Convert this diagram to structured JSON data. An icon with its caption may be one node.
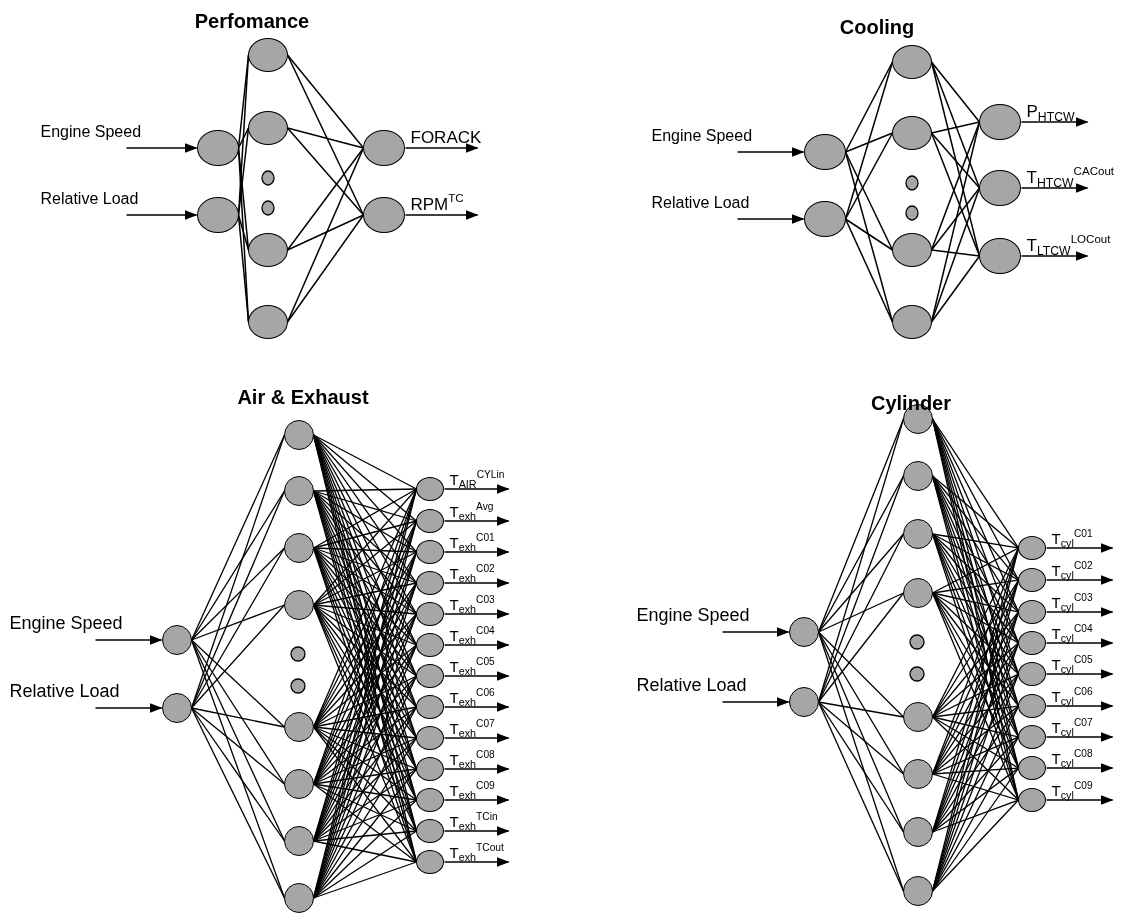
{
  "diagram": {
    "nodes": [
      {
        "text": [],
        "shape": "circle"
      },
      {
        "text": [],
        "shape": "circle"
      },
      {
        "text": [],
        "shape": "circle"
      },
      {
        "text": [],
        "shape": "circle"
      },
      {
        "text": [],
        "shape": "circle"
      },
      {
        "text": [],
        "shape": "circle"
      },
      {
        "text": [],
        "shape": "circle"
      },
      {
        "text": [],
        "shape": "circle"
      },
      {
        "text": [],
        "shape": "circle"
      },
      {
        "text": [],
        "shape": "circle"
      },
      {
        "text": [],
        "shape": "circle"
      },
      {
        "text": [],
        "shape": "circle"
      },
      {
        "text": [],
        "shape": "circle"
      },
      {
        "text": [],
        "shape": "circle"
      },
      {
        "text": [],
        "shape": "circle"
      },
      {
        "text": [],
        "shape": "circle"
      },
      {
        "text": [],
        "shape": "circle"
      },
      {
        "text": [],
        "shape": "circle"
      },
      {
        "text": [],
        "shape": "circle"
      },
      {
        "text": [],
        "shape": "circle"
      },
      {
        "text": [],
        "shape": "circle"
      },
      {
        "text": [],
        "shape": "circle"
      },
      {
        "text": [],
        "shape": "circle"
      },
      {
        "text": [],
        "shape": "circle"
      },
      {
        "text": [],
        "shape": "circle"
      },
      {
        "text": [],
        "shape": "circle"
      },
      {
        "text": [],
        "shape": "circle"
      },
      {
        "text": [],
        "shape": "circle"
      },
      {
        "text": [],
        "shape": "circle"
      },
      {
        "text": [],
        "shape": "circle"
      },
      {
        "text": [],
        "shape": "circle"
      },
      {
        "text": [],
        "shape": "circle"
      },
      {
        "text": [],
        "shape": "circle"
      },
      {
        "text": [],
        "shape": "circle"
      },
      {
        "text": [],
        "shape": "circle"
      },
      {
        "text": [],
        "shape": "circle"
      },
      {
        "text": [],
        "shape": "circle"
      },
      {
        "text": [],
        "shape": "circle"
      },
      {
        "text": [],
        "shape": "circle"
      },
      {
        "text": [],
        "shape": "circle"
      },
      {
        "text": [],
        "shape": "circle"
      },
      {
        "text": [],
        "shape": "circle"
      },
      {
        "text": [],
        "shape": "circle"
      },
      {
        "text": [],
        "shape": "circle"
      },
      {
        "text": [],
        "shape": "circle"
      },
      {
        "text": [],
        "shape": "circle"
      },
      {
        "text": [],
        "shape": "circle"
      },
      {
        "text": [],
        "shape": "circle"
      },
      {
        "text": [],
        "shape": "circle"
      },
      {
        "text": [],
        "shape": "circle"
      },
      {
        "text": [],
        "shape": "circle"
      },
      {
        "text": [],
        "shape": "circle"
      },
      {
        "text": [],
        "shape": "circle"
      },
      {
        "text": [],
        "shape": "circle"
      },
      {
        "text": [],
        "shape": "circle"
      },
      {
        "text": [],
        "shape": "circle"
      },
      {
        "text": [],
        "shape": "circle"
      },
      {
        "text": [],
        "shape": "circle"
      },
      {
        "text": [],
        "shape": "circle"
      }
    ],
    "edges": [
      {
        "from": null,
        "to": 0,
        "arrow": "to",
        "label": "Engine Speed"
      },
      {
        "from": null,
        "to": 1,
        "arrow": "to",
        "label": "Relative Load"
      },
      {
        "from": 0,
        "to": 2,
        "arrow": "none"
      },
      {
        "from": 0,
        "to": 3,
        "arrow": "none"
      },
      {
        "from": 0,
        "to": 4,
        "arrow": "none"
      },
      {
        "from": 0,
        "to": 5,
        "arrow": "none"
      },
      {
        "from": 1,
        "to": 2,
        "arrow": "none"
      },
      {
        "from": 1,
        "to": 3,
        "arrow": "none"
      },
      {
        "from": 1,
        "to": 4,
        "arrow": "none"
      },
      {
        "from": 1,
        "to": 5,
        "arrow": "none"
      },
      {
        "from": 2,
        "to": 6,
        "arrow": "none"
      },
      {
        "from": 2,
        "to": 7,
        "arrow": "none"
      },
      {
        "from": 3,
        "to": 6,
        "arrow": "none"
      },
      {
        "from": 3,
        "to": 7,
        "arrow": "none"
      },
      {
        "from": 4,
        "to": 6,
        "arrow": "none"
      },
      {
        "from": 4,
        "to": 7,
        "arrow": "none"
      },
      {
        "from": 5,
        "to": 6,
        "arrow": "none"
      },
      {
        "from": 5,
        "to": 7,
        "arrow": "none"
      },
      {
        "from": 6,
        "to": null,
        "arrow": "to",
        "label": "FORACK"
      },
      {
        "from": 7,
        "to": null,
        "arrow": "to",
        "label": "RPM$^{TC}$"
      },
      {
        "from": null,
        "to": 8,
        "arrow": "to",
        "label": "Engine Speed"
      },
      {
        "from": null,
        "to": 9,
        "arrow": "to",
        "label": "Relative Load"
      },
      {
        "from": 8,
        "to": 10,
        "arrow": "none"
      },
      {
        "from": 8,
        "to": 11,
        "arrow": "none"
      },
      {
        "from": 8,
        "to": 12,
        "arrow": "none"
      },
      {
        "from": 8,
        "to": 13,
        "arrow": "none"
      },
      {
        "from": 9,
        "to": 10,
        "arrow": "none"
      },
      {
        "from": 9,
        "to": 11,
        "arrow": "none"
      },
      {
        "from": 9,
        "to": 12,
        "arrow": "none"
      },
      {
        "from": 9,
        "to": 13,
        "arrow": "none"
      },
      {
        "from": 10,
        "to": 14,
        "arrow": "none"
      },
      {
        "from": 10,
        "to": 15,
        "arrow": "none"
      },
      {
        "from": 10,
        "to": 16,
        "arrow": "none"
      },
      {
        "from": 11,
        "to": 14,
        "arrow": "none"
      },
      {
        "from": 11,
        "to": 15,
        "arrow": "none"
      },
      {
        "from": 11,
        "to": 16,
        "arrow": "none"
      },
      {
        "from": 12,
        "to": 14,
        "arrow": "none"
      },
      {
        "from": 12,
        "to": 15,
        "arrow": "none"
      },
      {
        "from": 12,
        "to": 16,
        "arrow": "none"
      },
      {
        "from": 13,
        "to": 14,
        "arrow": "none"
      },
      {
        "from": 13,
        "to": 15,
        "arrow": "none"
      },
      {
        "from": 13,
        "to": 16,
        "arrow": "none"
      },
      {
        "from": 14,
        "to": null,
        "arrow": "to",
        "label": "P$_{HTCW}$"
      },
      {
        "from": 15,
        "to": null,
        "arrow": "to",
        "label": "T$_{HTCW}$$^{CACout}$"
      },
      {
        "from": 16,
        "to": null,
        "arrow": "to",
        "label": "T$_{LTCW}$$^{LOCout}$"
      },
      {
        "from": null,
        "to": 17,
        "arrow": "to",
        "label": "Engine Speed"
      },
      {
        "from": null,
        "to": 18,
        "arrow": "to",
        "label": "Relative Load"
      },
      {
        "from": 17,
        "to": 19,
        "arrow": "none"
      },
      {
        "from": 17,
        "to": 20,
        "arrow": "none"
      },
      {
        "from": 17,
        "to": 21,
        "arrow": "none"
      },
      {
        "from": 17,
        "to": 22,
        "arrow": "none"
      },
      {
        "from": 17,
        "to": 23,
        "arrow": "none"
      },
      {
        "from": 17,
        "to": 24,
        "arrow": "none"
      },
      {
        "from": 17,
        "to": 25,
        "arrow": "none"
      },
      {
        "from": 17,
        "to": 26,
        "arrow": "none"
      },
      {
        "from": 18,
        "to": 19,
        "arrow": "none"
      },
      {
        "from": 18,
        "to": 20,
        "arrow": "none"
      },
      {
        "from": 18,
        "to": 21,
        "arrow": "none"
      },
      {
        "from": 18,
        "to": 22,
        "arrow": "none"
      },
      {
        "from": 18,
        "to": 23,
        "arrow": "none"
      },
      {
        "from": 18,
        "to": 24,
        "arrow": "none"
      },
      {
        "from": 18,
        "to": 25,
        "arrow": "none"
      },
      {
        "from": 18,
        "to": 26,
        "arrow": "none"
      },
      {
        "from": 19,
        "to": 27,
        "arrow": "none"
      },
      {
        "from": 19,
        "to": 28,
        "arrow": "none"
      },
      {
        "from": 19,
        "to": 29,
        "arrow": "none"
      },
      {
        "from": 19,
        "to": 30,
        "arrow": "none"
      },
      {
        "from": 19,
        "to": 31,
        "arrow": "none"
      },
      {
        "from": 19,
        "to": 32,
        "arrow": "none"
      },
      {
        "from": 19,
        "to": 33,
        "arrow": "none"
      },
      {
        "from": 19,
        "to": 34,
        "arrow": "none"
      },
      {
        "from": 19,
        "to": 35,
        "arrow": "none"
      },
      {
        "from": 19,
        "to": 36,
        "arrow": "none"
      },
      {
        "from": 19,
        "to": 37,
        "arrow": "none"
      },
      {
        "from": 19,
        "to": 38,
        "arrow": "none"
      },
      {
        "from": 19,
        "to": 39,
        "arrow": "none"
      },
      {
        "from": 20,
        "to": 27,
        "arrow": "none"
      },
      {
        "from": 20,
        "to": 28,
        "arrow": "none"
      },
      {
        "from": 20,
        "to": 29,
        "arrow": "none"
      },
      {
        "from": 20,
        "to": 30,
        "arrow": "none"
      },
      {
        "from": 20,
        "to": 31,
        "arrow": "none"
      },
      {
        "from": 20,
        "to": 32,
        "arrow": "none"
      },
      {
        "from": 20,
        "to": 33,
        "arrow": "none"
      },
      {
        "from": 20,
        "to": 34,
        "arrow": "none"
      },
      {
        "from": 20,
        "to": 35,
        "arrow": "none"
      },
      {
        "from": 20,
        "to": 36,
        "arrow": "none"
      },
      {
        "from": 20,
        "to": 37,
        "arrow": "none"
      },
      {
        "from": 20,
        "to": 38,
        "arrow": "none"
      },
      {
        "from": 20,
        "to": 39,
        "arrow": "none"
      },
      {
        "from": 21,
        "to": 27,
        "arrow": "none"
      },
      {
        "from": 21,
        "to": 28,
        "arrow": "none"
      },
      {
        "from": 21,
        "to": 29,
        "arrow": "none"
      },
      {
        "from": 21,
        "to": 30,
        "arrow": "none"
      },
      {
        "from": 21,
        "to": 31,
        "arrow": "none"
      },
      {
        "from": 21,
        "to": 32,
        "arrow": "none"
      },
      {
        "from": 21,
        "to": 33,
        "arrow": "none"
      },
      {
        "from": 21,
        "to": 34,
        "arrow": "none"
      },
      {
        "from": 21,
        "to": 35,
        "arrow": "none"
      },
      {
        "from": 21,
        "to": 36,
        "arrow": "none"
      },
      {
        "from": 21,
        "to": 37,
        "arrow": "none"
      },
      {
        "from": 21,
        "to": 38,
        "arrow": "none"
      },
      {
        "from": 21,
        "to": 39,
        "arrow": "none"
      },
      {
        "from": 22,
        "to": 27,
        "arrow": "none"
      },
      {
        "from": 22,
        "to": 28,
        "arrow": "none"
      },
      {
        "from": 22,
        "to": 29,
        "arrow": "none"
      },
      {
        "from": 22,
        "to": 30,
        "arrow": "none"
      },
      {
        "from": 22,
        "to": 31,
        "arrow": "none"
      },
      {
        "from": 22,
        "to": 32,
        "arrow": "none"
      },
      {
        "from": 22,
        "to": 33,
        "arrow": "none"
      },
      {
        "from": 22,
        "to": 34,
        "arrow": "none"
      },
      {
        "from": 22,
        "to": 35,
        "arrow": "none"
      },
      {
        "from": 22,
        "to": 36,
        "arrow": "none"
      },
      {
        "from": 22,
        "to": 37,
        "arrow": "none"
      },
      {
        "from": 22,
        "to": 38,
        "arrow": "none"
      },
      {
        "from": 22,
        "to": 39,
        "arrow": "none"
      },
      {
        "from": 23,
        "to": 27,
        "arrow": "none"
      },
      {
        "from": 23,
        "to": 28,
        "arrow": "none"
      },
      {
        "from": 23,
        "to": 29,
        "arrow": "none"
      },
      {
        "from": 23,
        "to": 30,
        "arrow": "none"
      },
      {
        "from": 23,
        "to": 31,
        "arrow": "none"
      },
      {
        "from": 23,
        "to": 32,
        "arrow": "none"
      },
      {
        "from": 23,
        "to": 33,
        "arrow": "none"
      },
      {
        "from": 23,
        "to": 34,
        "arrow": "none"
      },
      {
        "from": 23,
        "to": 35,
        "arrow": "none"
      },
      {
        "from": 23,
        "to": 36,
        "arrow": "none"
      },
      {
        "from": 23,
        "to": 37,
        "arrow": "none"
      },
      {
        "from": 23,
        "to": 38,
        "arrow": "none"
      },
      {
        "from": 23,
        "to": 39,
        "arrow": "none"
      },
      {
        "from": 24,
        "to": 27,
        "arrow": "none"
      },
      {
        "from": 24,
        "to": 28,
        "arrow": "none"
      },
      {
        "from": 24,
        "to": 29,
        "arrow": "none"
      },
      {
        "from": 24,
        "to": 30,
        "arrow": "none"
      },
      {
        "from": 24,
        "to": 31,
        "arrow": "none"
      },
      {
        "from": 24,
        "to": 32,
        "arrow": "none"
      },
      {
        "from": 24,
        "to": 33,
        "arrow": "none"
      },
      {
        "from": 24,
        "to": 34,
        "arrow": "none"
      },
      {
        "from": 24,
        "to": 35,
        "arrow": "none"
      },
      {
        "from": 24,
        "to": 36,
        "arrow": "none"
      },
      {
        "from": 24,
        "to": 37,
        "arrow": "none"
      },
      {
        "from": 24,
        "to": 38,
        "arrow": "none"
      },
      {
        "from": 24,
        "to": 39,
        "arrow": "none"
      },
      {
        "from": 25,
        "to": 27,
        "arrow": "none"
      },
      {
        "from": 25,
        "to": 28,
        "arrow": "none"
      },
      {
        "from": 25,
        "to": 29,
        "arrow": "none"
      },
      {
        "from": 25,
        "to": 30,
        "arrow": "none"
      },
      {
        "from": 25,
        "to": 31,
        "arrow": "none"
      },
      {
        "from": 25,
        "to": 32,
        "arrow": "none"
      },
      {
        "from": 25,
        "to": 33,
        "arrow": "none"
      },
      {
        "from": 25,
        "to": 34,
        "arrow": "none"
      },
      {
        "from": 25,
        "to": 35,
        "arrow": "none"
      },
      {
        "from": 25,
        "to": 36,
        "arrow": "none"
      },
      {
        "from": 25,
        "to": 37,
        "arrow": "none"
      },
      {
        "from": 25,
        "to": 38,
        "arrow": "none"
      },
      {
        "from": 25,
        "to": 39,
        "arrow": "none"
      },
      {
        "from": 26,
        "to": 27,
        "arrow": "none"
      },
      {
        "from": 26,
        "to": 28,
        "arrow": "none"
      },
      {
        "from": 26,
        "to": 29,
        "arrow": "none"
      },
      {
        "from": 26,
        "to": 30,
        "arrow": "none"
      },
      {
        "from": 26,
        "to": 31,
        "arrow": "none"
      },
      {
        "from": 26,
        "to": 32,
        "arrow": "none"
      },
      {
        "from": 26,
        "to": 33,
        "arrow": "none"
      },
      {
        "from": 26,
        "to": 34,
        "arrow": "none"
      },
      {
        "from": 26,
        "to": 35,
        "arrow": "none"
      },
      {
        "from": 26,
        "to": 36,
        "arrow": "none"
      },
      {
        "from": 26,
        "to": 37,
        "arrow": "none"
      },
      {
        "from": 26,
        "to": 38,
        "arrow": "none"
      },
      {
        "from": 26,
        "to": 39,
        "arrow": "none"
      },
      {
        "from": 27,
        "to": null,
        "arrow": "to",
        "label": "T$_{AIR}$$^{CYLin}$"
      },
      {
        "from": 28,
        "to": null,
        "arrow": "to",
        "label": "T$_{exh}$$^{Avg}$"
      },
      {
        "from": 29,
        "to": null,
        "arrow": "to",
        "label": "T$_{exh}$$^{C01}$"
      },
      {
        "from": 30,
        "to": null,
        "arrow": "to",
        "label": "T$_{exh}$$^{C02}$"
      },
      {
        "from": 31,
        "to": null,
        "arrow": "to",
        "label": "T$_{exh}$$^{C03}$"
      },
      {
        "from": 32,
        "to": null,
        "arrow": "to",
        "label": "T$_{exh}$$^{C04}$"
      },
      {
        "from": 33,
        "to": null,
        "arrow": "to",
        "label": "T$_{exh}$$^{C05}$"
      },
      {
        "from": 34,
        "to": null,
        "arrow": "to",
        "label": "T$_{exh}$$^{C06}$"
      },
      {
        "from": 35,
        "to": null,
        "arrow": "to",
        "label": "T$_{exh}$$^{C07}$"
      },
      {
        "from": 36,
        "to": null,
        "arrow": "to",
        "label": "T$_{exh}$$^{C08}$"
      },
      {
        "from": 37,
        "to": null,
        "arrow": "to",
        "label": "T$_{exh}$$^{C09}$"
      },
      {
        "from": 38,
        "to": null,
        "arrow": "to",
        "label": "T$_{exh}$$^{TCin}$"
      },
      {
        "from": 39,
        "to": null,
        "arrow": "to",
        "label": "T$_{exh}$$^{TCout}$"
      },
      {
        "from": null,
        "to": 40,
        "arrow": "to",
        "label": "Engine Speed"
      },
      {
        "from": null,
        "to": 41,
        "arrow": "to",
        "label": "Relative Load"
      },
      {
        "from": 40,
        "to": 42,
        "arrow": "none"
      },
      {
        "from": 40,
        "to": 43,
        "arrow": "none"
      },
      {
        "from": 40,
        "to": 44,
        "arrow": "none"
      },
      {
        "from": 40,
        "to": 45,
        "arrow": "none"
      },
      {
        "from": 40,
        "to": 46,
        "arrow": "none"
      },
      {
        "from": 40,
        "to": 47,
        "arrow": "none"
      },
      {
        "from": 40,
        "to": 48,
        "arrow": "none"
      },
      {
        "from": 40,
        "to": 49,
        "arrow": "none"
      },
      {
        "from": 41,
        "to": 42,
        "arrow": "none"
      },
      {
        "from": 41,
        "to": 43,
        "arrow": "none"
      },
      {
        "from": 41,
        "to": 44,
        "arrow": "none"
      },
      {
        "from": 41,
        "to": 45,
        "arrow": "none"
      },
      {
        "from": 41,
        "to": 46,
        "arrow": "none"
      },
      {
        "from": 41,
        "to": 47,
        "arrow": "none"
      },
      {
        "from": 41,
        "to": 48,
        "arrow": "none"
      },
      {
        "from": 41,
        "to": 49,
        "arrow": "none"
      },
      {
        "from": 42,
        "to": 50,
        "arrow": "none"
      },
      {
        "from": 42,
        "to": 51,
        "arrow": "none"
      },
      {
        "from": 42,
        "to": 52,
        "arrow": "none"
      },
      {
        "from": 42,
        "to": 53,
        "arrow": "none"
      },
      {
        "from": 42,
        "to": 54,
        "arrow": "none"
      },
      {
        "from": 42,
        "to": 55,
        "arrow": "none"
      },
      {
        "from": 42,
        "to": 56,
        "arrow": "none"
      },
      {
        "from": 42,
        "to": 57,
        "arrow": "none"
      },
      {
        "from": 42,
        "to": 58,
        "arrow": "none"
      },
      {
        "from": 43,
        "to": 50,
        "arrow": "none"
      },
      {
        "from": 43,
        "to": 51,
        "arrow": "none"
      },
      {
        "from": 43,
        "to": 52,
        "arrow": "none"
      },
      {
        "from": 43,
        "to": 53,
        "arrow": "none"
      },
      {
        "from": 43,
        "to": 54,
        "arrow": "none"
      },
      {
        "from": 43,
        "to": 55,
        "arrow": "none"
      },
      {
        "from": 43,
        "to": 56,
        "arrow": "none"
      },
      {
        "from": 43,
        "to": 57,
        "arrow": "none"
      },
      {
        "from": 43,
        "to": 58,
        "arrow": "none"
      },
      {
        "from": 44,
        "to": 50,
        "arrow": "none"
      },
      {
        "from": 44,
        "to": 51,
        "arrow": "none"
      },
      {
        "from": 44,
        "to": 52,
        "arrow": "none"
      },
      {
        "from": 44,
        "to": 53,
        "arrow": "none"
      },
      {
        "from": 44,
        "to": 54,
        "arrow": "none"
      },
      {
        "from": 44,
        "to": 55,
        "arrow": "none"
      },
      {
        "from": 44,
        "to": 56,
        "arrow": "none"
      },
      {
        "from": 44,
        "to": 57,
        "arrow": "none"
      },
      {
        "from": 44,
        "to": 58,
        "arrow": "none"
      },
      {
        "from": 45,
        "to": 50,
        "arrow": "none"
      },
      {
        "from": 45,
        "to": 51,
        "arrow": "none"
      },
      {
        "from": 45,
        "to": 52,
        "arrow": "none"
      },
      {
        "from": 45,
        "to": 53,
        "arrow": "none"
      },
      {
        "from": 45,
        "to": 54,
        "arrow": "none"
      },
      {
        "from": 45,
        "to": 55,
        "arrow": "none"
      },
      {
        "from": 45,
        "to": 56,
        "arrow": "none"
      },
      {
        "from": 45,
        "to": 57,
        "arrow": "none"
      },
      {
        "from": 45,
        "to": 58,
        "arrow": "none"
      },
      {
        "from": 46,
        "to": 50,
        "arrow": "none"
      },
      {
        "from": 46,
        "to": 51,
        "arrow": "none"
      },
      {
        "from": 46,
        "to": 52,
        "arrow": "none"
      },
      {
        "from": 46,
        "to": 53,
        "arrow": "none"
      },
      {
        "from": 46,
        "to": 54,
        "arrow": "none"
      },
      {
        "from": 46,
        "to": 55,
        "arrow": "none"
      },
      {
        "from": 46,
        "to": 56,
        "arrow": "none"
      },
      {
        "from": 46,
        "to": 57,
        "arrow": "none"
      },
      {
        "from": 46,
        "to": 58,
        "arrow": "none"
      },
      {
        "from": 47,
        "to": 50,
        "arrow": "none"
      },
      {
        "from": 47,
        "to": 51,
        "arrow": "none"
      },
      {
        "from": 47,
        "to": 52,
        "arrow": "none"
      },
      {
        "from": 47,
        "to": 53,
        "arrow": "none"
      },
      {
        "from": 47,
        "to": 54,
        "arrow": "none"
      },
      {
        "from": 47,
        "to": 55,
        "arrow": "none"
      },
      {
        "from": 47,
        "to": 56,
        "arrow": "none"
      },
      {
        "from": 47,
        "to": 57,
        "arrow": "none"
      },
      {
        "from": 47,
        "to": 58,
        "arrow": "none"
      },
      {
        "from": 48,
        "to": 50,
        "arrow": "none"
      },
      {
        "from": 48,
        "to": 51,
        "arrow": "none"
      },
      {
        "from": 48,
        "to": 52,
        "arrow": "none"
      },
      {
        "from": 48,
        "to": 53,
        "arrow": "none"
      },
      {
        "from": 48,
        "to": 54,
        "arrow": "none"
      },
      {
        "from": 48,
        "to": 55,
        "arrow": "none"
      },
      {
        "from": 48,
        "to": 56,
        "arrow": "none"
      },
      {
        "from": 48,
        "to": 57,
        "arrow": "none"
      },
      {
        "from": 48,
        "to": 58,
        "arrow": "none"
      },
      {
        "from": 49,
        "to": 50,
        "arrow": "none"
      },
      {
        "from": 49,
        "to": 51,
        "arrow": "none"
      },
      {
        "from": 49,
        "to": 52,
        "arrow": "none"
      },
      {
        "from": 49,
        "to": 53,
        "arrow": "none"
      },
      {
        "from": 49,
        "to": 54,
        "arrow": "none"
      },
      {
        "from": 49,
        "to": 55,
        "arrow": "none"
      },
      {
        "from": 49,
        "to": 56,
        "arrow": "none"
      },
      {
        "from": 49,
        "to": 57,
        "arrow": "none"
      },
      {
        "from": 49,
        "to": 58,
        "arrow": "none"
      },
      {
        "from": 50,
        "to": null,
        "arrow": "to",
        "label": "T$_{cyl}$$^{C01}$"
      },
      {
        "from": 51,
        "to": null,
        "arrow": "to",
        "label": "T$_{cyl}$$^{C02}$"
      },
      {
        "from": 52,
        "to": null,
        "arrow": "to",
        "label": "T$_{cyl}$$^{C03}$"
      },
      {
        "from": 53,
        "to": null,
        "arrow": "to",
        "label": "T$_{cyl}$$^{C04}$"
      },
      {
        "from": 54,
        "to": null,
        "arrow": "to",
        "label": "T$_{cyl}$$^{C05}$"
      },
      {
        "from": 55,
        "to": null,
        "arrow": "to",
        "label": "T$_{cyl}$$^{C06}$"
      },
      {
        "from": 56,
        "to": null,
        "arrow": "to",
        "label": "T$_{cyl}$$^{C07}$"
      },
      {
        "from": 57,
        "to": null,
        "arrow": "to",
        "label": "T$_{cyl}$$^{C08}$"
      },
      {
        "from": 58,
        "to": null,
        "arrow": "to",
        "label": "T$_{cyl}$$^{C09}$"
      }
    ],
    "labels": [
      "Perfomance",
      "Cooling",
      "Air & Exhaust",
      "Cylinder"
    ]
  }
}
